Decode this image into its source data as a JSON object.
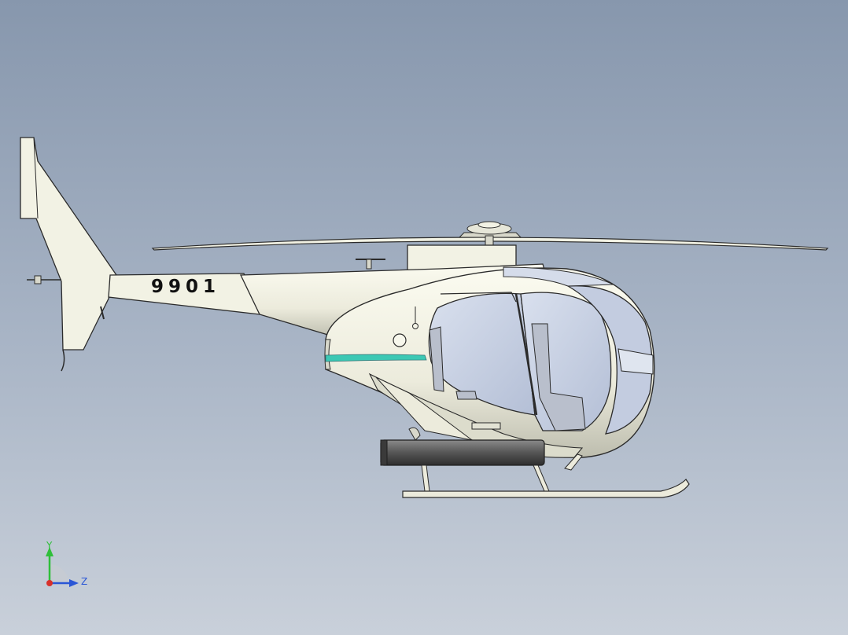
{
  "model": {
    "tail_number": "9901",
    "colors": {
      "body": "#f2f2e4",
      "outline": "#2b2b2b",
      "stripe_teal": "#3cc8b4",
      "stripe_dark": "#2f6f72",
      "glass": "#c9d2e4",
      "tank": "#555555",
      "skid": "#ecebdc"
    }
  },
  "axes": {
    "y_label": "Y",
    "z_label": "Z",
    "y_color": "#2fbf3a",
    "z_color": "#2a56d6",
    "x_color": "#d8302a"
  }
}
